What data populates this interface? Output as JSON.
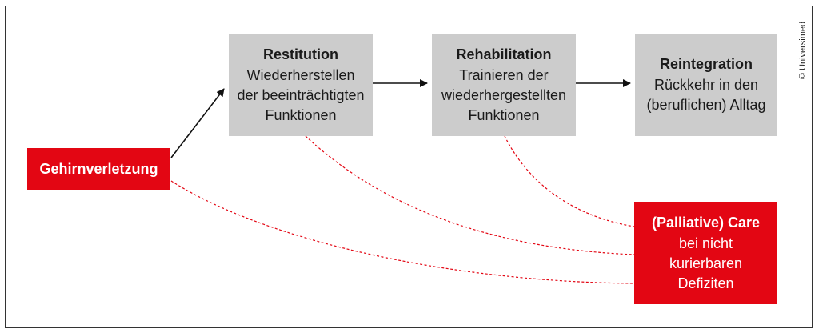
{
  "diagram": {
    "copyright": "© Universimed",
    "colors": {
      "accent_red": "#e30613",
      "box_grey": "#cccccc",
      "arrow": "#111111",
      "dashed_connector": "#e30613"
    },
    "nodes": {
      "injury": {
        "title": "Gehirnverletzung"
      },
      "restitution": {
        "title": "Restitution",
        "lines": [
          "Wiederherstellen",
          "der beeinträchtigten",
          "Funktionen"
        ]
      },
      "rehabilitation": {
        "title": "Rehabilitation",
        "lines": [
          "Trainieren der",
          "wiederhergestellten",
          "Funktionen"
        ]
      },
      "reintegration": {
        "title": "Reintegration",
        "lines": [
          "Rückkehr in den",
          "(beruflichen) Alltag"
        ]
      },
      "care": {
        "title": "(Palliative) Care",
        "lines": [
          "bei nicht",
          "kurierbaren",
          "Defiziten"
        ]
      }
    },
    "edges": [
      {
        "from": "injury",
        "to": "restitution",
        "style": "solid-arrow"
      },
      {
        "from": "restitution",
        "to": "rehabilitation",
        "style": "solid-arrow"
      },
      {
        "from": "rehabilitation",
        "to": "reintegration",
        "style": "solid-arrow"
      },
      {
        "from": "injury",
        "to": "care",
        "style": "dashed"
      },
      {
        "from": "restitution",
        "to": "care",
        "style": "dashed"
      },
      {
        "from": "rehabilitation",
        "to": "care",
        "style": "dashed"
      }
    ]
  }
}
